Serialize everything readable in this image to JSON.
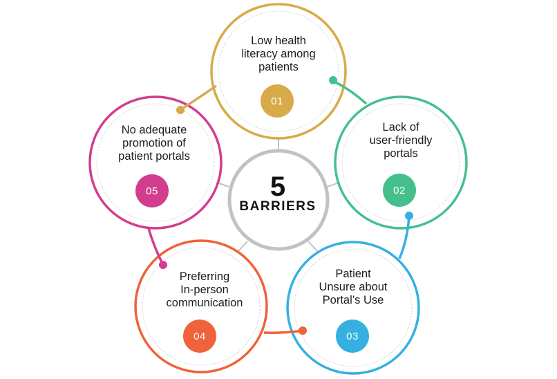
{
  "center": {
    "number": "5",
    "word": "BARRIERS"
  },
  "colors": {
    "ring_gray": "#bdbdbd",
    "center_ring": "#c2c2c2",
    "gold": "#d8aa4a",
    "green": "#45c08c",
    "blue": "#35b0e0",
    "orange": "#f0623a",
    "pink": "#d23d8f"
  },
  "barriers": [
    {
      "number": "01",
      "lines": [
        "Low health",
        "literacy among",
        "patients"
      ],
      "color": "gold"
    },
    {
      "number": "02",
      "lines": [
        "Lack of",
        "user-friendly",
        "portals"
      ],
      "color": "green"
    },
    {
      "number": "03",
      "lines": [
        "Patient",
        "Unsure about",
        "Portal’s Use"
      ],
      "color": "blue"
    },
    {
      "number": "04",
      "lines": [
        "Preferring",
        "In-person",
        "communication"
      ],
      "color": "orange"
    },
    {
      "number": "05",
      "lines": [
        "No adequate",
        "promotion of",
        "patient portals"
      ],
      "color": "pink"
    }
  ]
}
